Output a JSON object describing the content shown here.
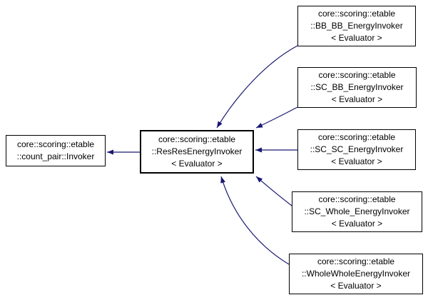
{
  "diagram": {
    "type": "class-inheritance-graph",
    "background_color": "#ffffff",
    "node_fill_color": "#ffffff",
    "node_border_color": "#000000",
    "text_color": "#000000",
    "arrow_color": "#191970",
    "nodes": {
      "base": {
        "id": "count-pair-invoker",
        "lines": [
          "core::scoring::etable",
          "::count_pair::Invoker"
        ]
      },
      "center": {
        "id": "resres-energy-invoker",
        "lines": [
          "core::scoring::etable",
          "::ResResEnergyInvoker",
          "< Evaluator >"
        ]
      },
      "derived": [
        {
          "id": "bb-bb-energy-invoker",
          "lines": [
            "core::scoring::etable",
            "::BB_BB_EnergyInvoker",
            "< Evaluator >"
          ]
        },
        {
          "id": "sc-bb-energy-invoker",
          "lines": [
            "core::scoring::etable",
            "::SC_BB_EnergyInvoker",
            "< Evaluator >"
          ]
        },
        {
          "id": "sc-sc-energy-invoker",
          "lines": [
            "core::scoring::etable",
            "::SC_SC_EnergyInvoker",
            "< Evaluator >"
          ]
        },
        {
          "id": "sc-whole-energy-invoker",
          "lines": [
            "core::scoring::etable",
            "::SC_Whole_EnergyInvoker",
            "< Evaluator >"
          ]
        },
        {
          "id": "whole-whole-energy-invoker",
          "lines": [
            "core::scoring::etable",
            "::WholeWholeEnergyInvoker",
            "< Evaluator >"
          ]
        }
      ]
    },
    "edges": [
      {
        "from": "resres-energy-invoker",
        "to": "count-pair-invoker",
        "relation": "inherits"
      },
      {
        "from": "bb-bb-energy-invoker",
        "to": "resres-energy-invoker",
        "relation": "inherits"
      },
      {
        "from": "sc-bb-energy-invoker",
        "to": "resres-energy-invoker",
        "relation": "inherits"
      },
      {
        "from": "sc-sc-energy-invoker",
        "to": "resres-energy-invoker",
        "relation": "inherits"
      },
      {
        "from": "sc-whole-energy-invoker",
        "to": "resres-energy-invoker",
        "relation": "inherits"
      },
      {
        "from": "whole-whole-energy-invoker",
        "to": "resres-energy-invoker",
        "relation": "inherits"
      }
    ]
  }
}
